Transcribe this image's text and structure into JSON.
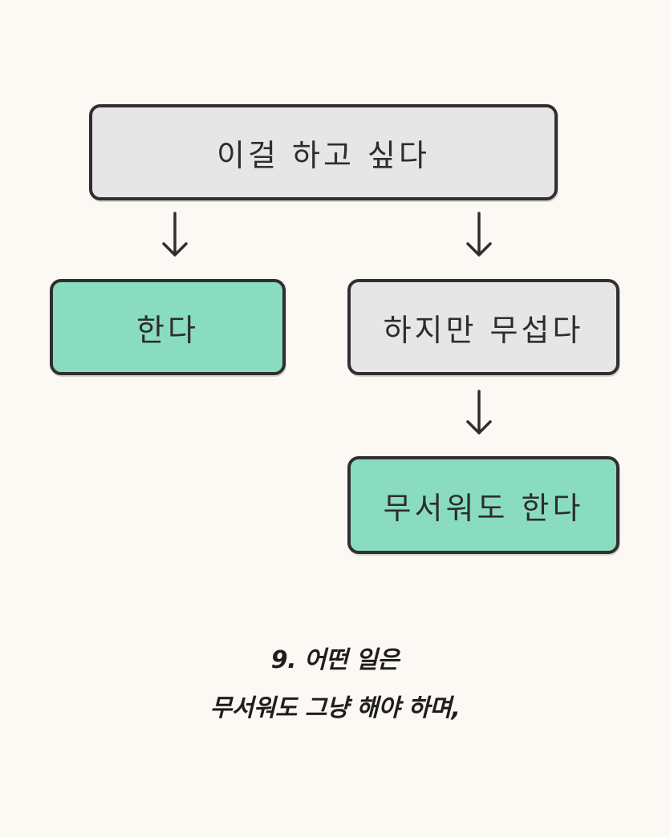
{
  "diagram": {
    "nodes": {
      "top": {
        "label": "이걸 하고 싶다",
        "color": "#e6e6e6"
      },
      "left": {
        "label": "한다",
        "color": "#8adcc1"
      },
      "right": {
        "label": "하지만 무섭다",
        "color": "#e6e6e6"
      },
      "bottom": {
        "label": "무서워도 한다",
        "color": "#8adcc1"
      }
    },
    "edges": [
      {
        "from": "top",
        "to": "left"
      },
      {
        "from": "top",
        "to": "right"
      },
      {
        "from": "right",
        "to": "bottom"
      }
    ]
  },
  "caption": {
    "line1": "9. 어떤 일은",
    "line2": "무서워도 그냥 해야 하며,"
  },
  "colors": {
    "background": "#fcf8f4",
    "border": "#2f2f2f",
    "text": "#2d2d2d"
  }
}
